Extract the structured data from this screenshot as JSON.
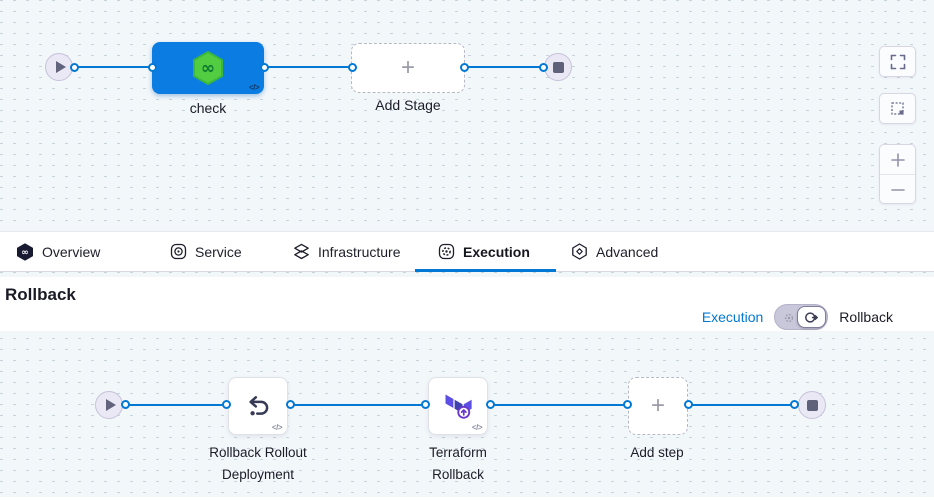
{
  "colors": {
    "accent_blue": "#0278d5",
    "stage_blue": "#0b7ce2",
    "cd_green": "#52cc41",
    "terraform_purple": "#5c4ee5",
    "canvas_bg": "#f2f7fa"
  },
  "top_pipeline": {
    "stage_label": "check",
    "add_stage_label": "Add Stage",
    "code_badge": "</>",
    "plus_glyph": "+"
  },
  "tabs": [
    {
      "label": "Overview",
      "icon": "pipeline-icon",
      "active": false
    },
    {
      "label": "Service",
      "icon": "service-icon",
      "active": false
    },
    {
      "label": "Infrastructure",
      "icon": "infrastructure-icon",
      "active": false
    },
    {
      "label": "Execution",
      "icon": "execution-icon",
      "active": true
    },
    {
      "label": "Advanced",
      "icon": "advanced-icon",
      "active": false
    }
  ],
  "rollback_section": {
    "title": "Rollback",
    "mode_link": "Execution",
    "mode_label": "Rollback",
    "toggle_state": "rollback"
  },
  "rollback_pipeline": {
    "steps": [
      {
        "name": "Rollback Rollout Deployment",
        "line1": "Rollback Rollout",
        "line2": "Deployment"
      },
      {
        "name": "Terraform Rollback",
        "line1": "Terraform",
        "line2": "Rollback"
      }
    ],
    "add_step_label": "Add step",
    "code_badge": "</>",
    "plus_glyph": "+"
  }
}
